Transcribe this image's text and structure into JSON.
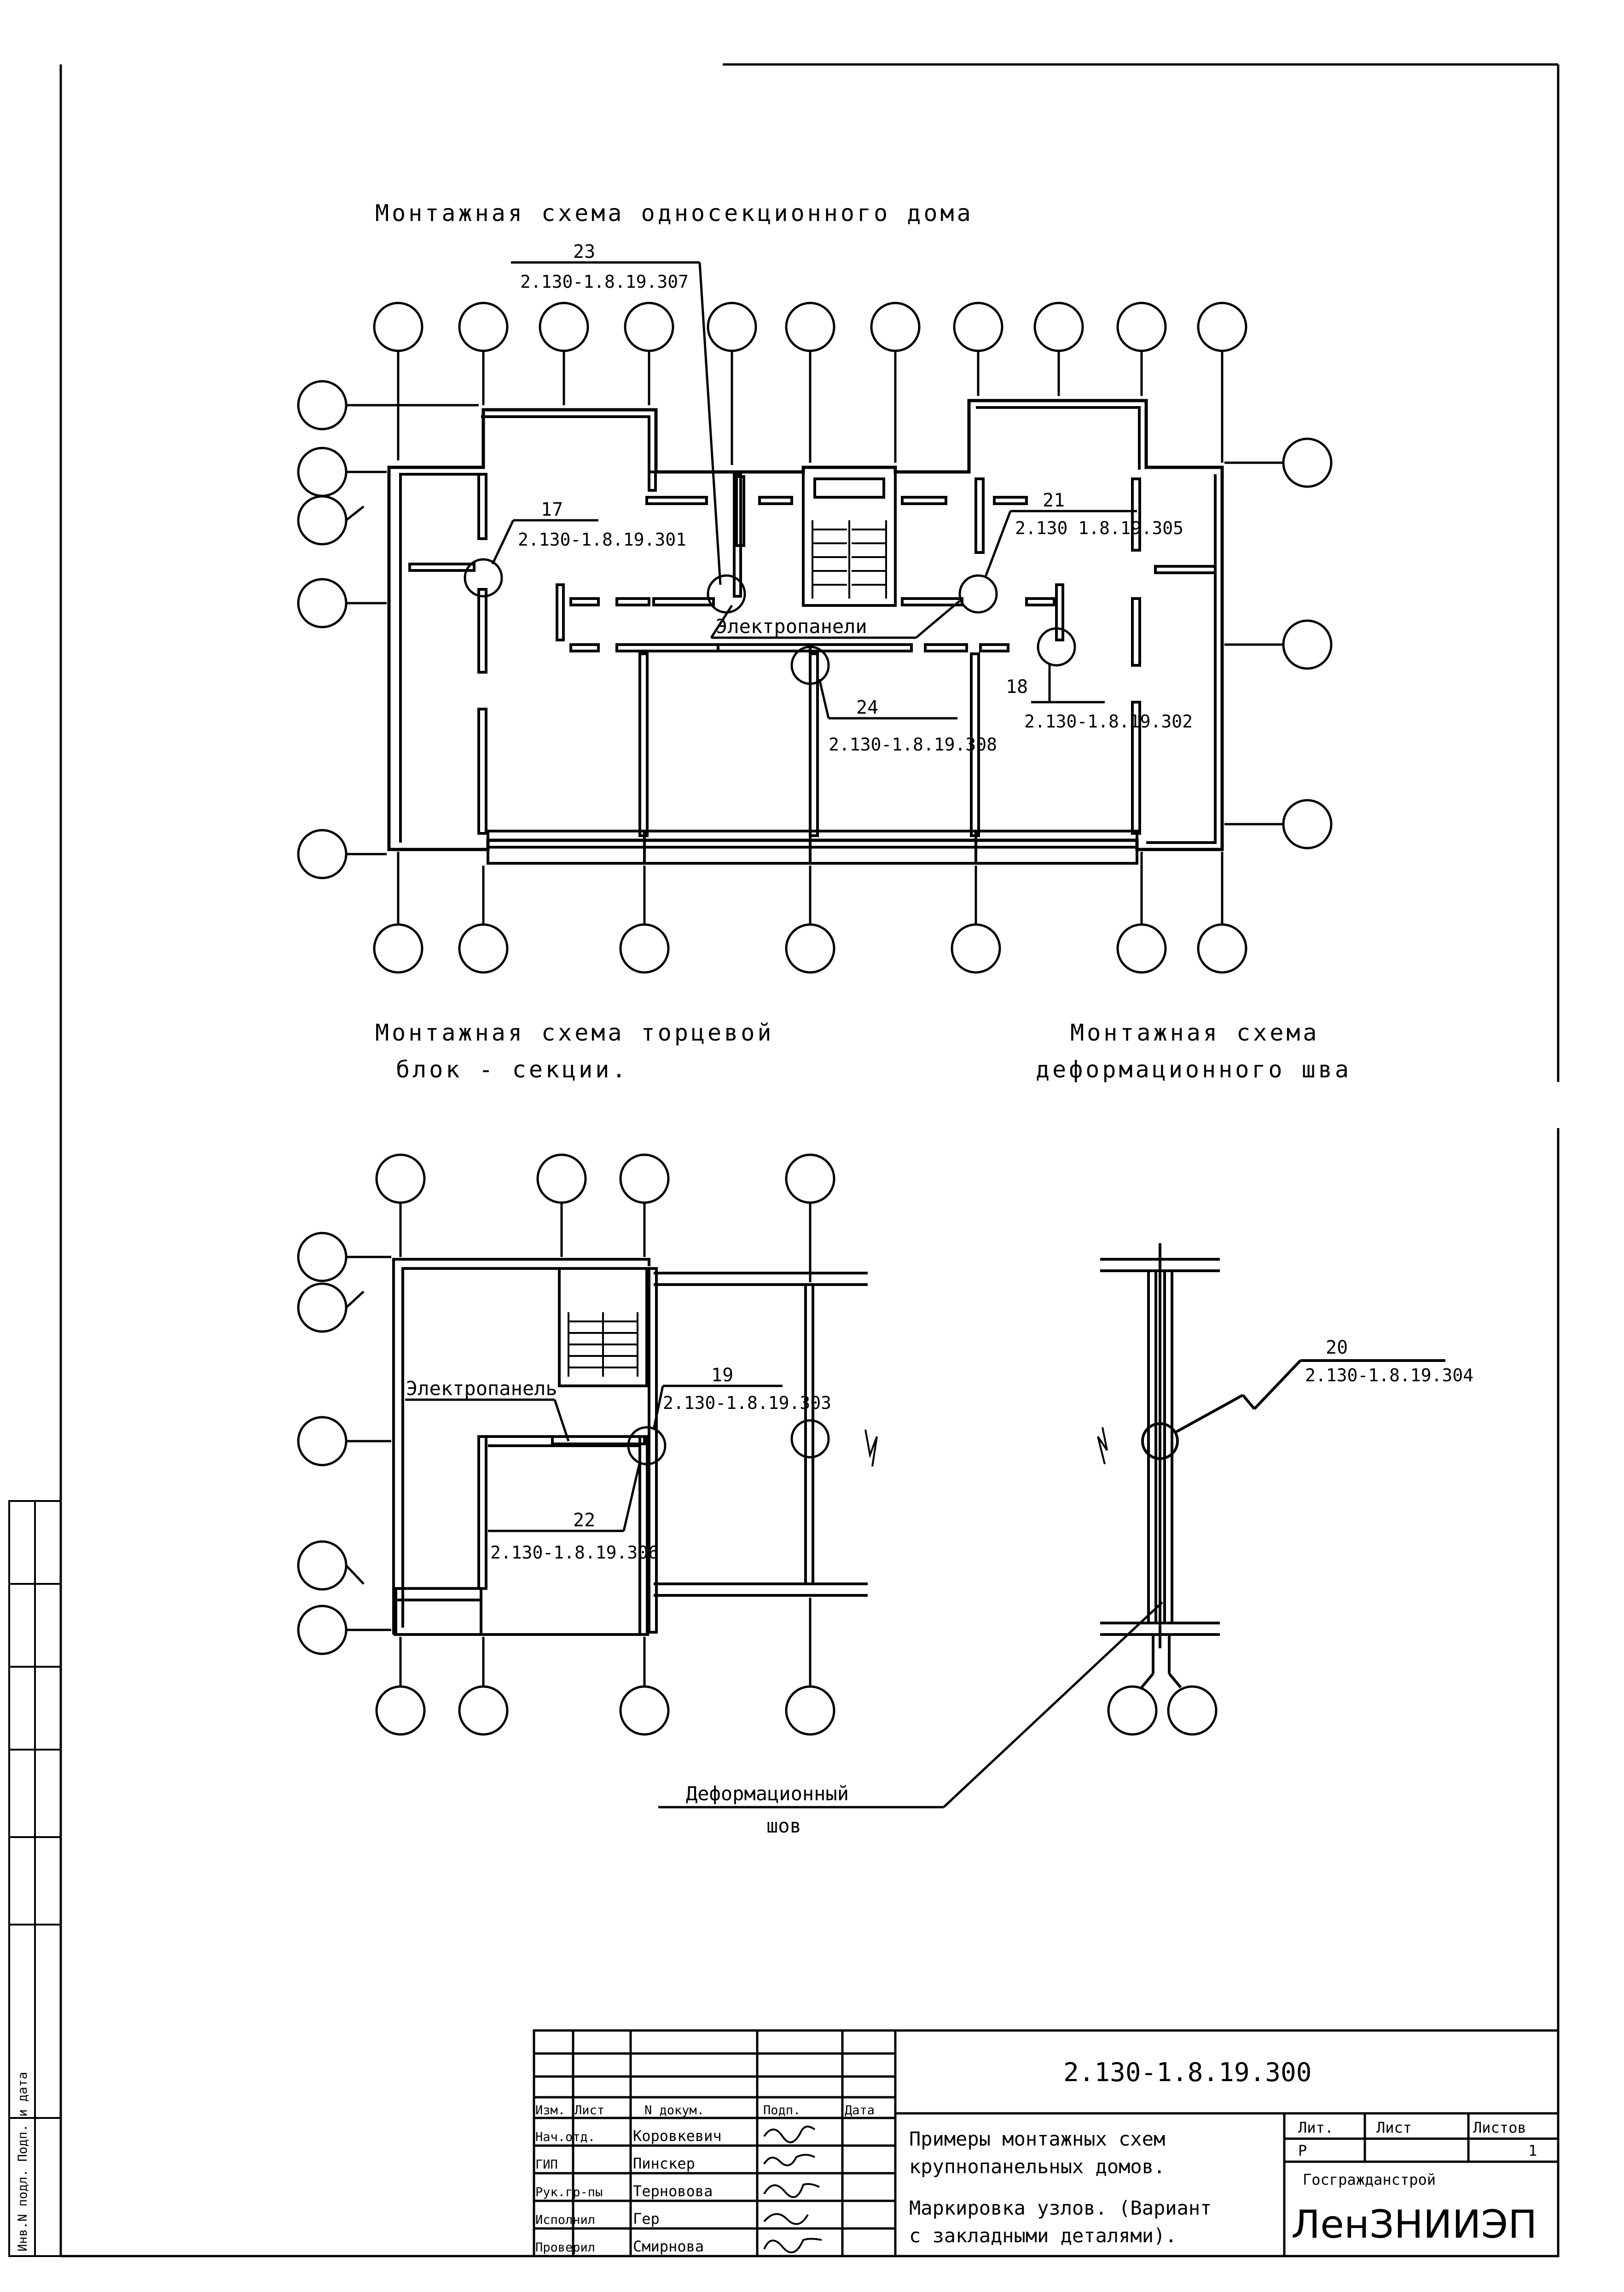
{
  "drawing": {
    "main_scheme_title": "Монтажная схема односекционного дома",
    "end_section_title_line1": "Монтажная схема торцевой",
    "end_section_title_line2": "блок - секции.",
    "joint_scheme_title_line1": "Монтажная схема",
    "joint_scheme_title_line2": "деформационного шва",
    "electro_panels_label": "Электропанели",
    "electro_panel_label": "Электропанель",
    "deformation_joint_line1": "Деформационный",
    "deformation_joint_line2": "шов"
  },
  "nodes": [
    {
      "num": "23",
      "code": "2.130-1.8.19.307"
    },
    {
      "num": "17",
      "code": "2.130-1.8.19.301"
    },
    {
      "num": "21",
      "code": "2.130 1.8.19.305"
    },
    {
      "num": "24",
      "code": "2.130-1.8.19.308"
    },
    {
      "num": "18",
      "code": "2.130-1.8.19.302"
    },
    {
      "num": "19",
      "code": "2.130-1.8.19.303"
    },
    {
      "num": "22",
      "code": "2.130-1.8.19.306"
    },
    {
      "num": "20",
      "code": "2.130-1.8.19.304"
    }
  ],
  "title_block": {
    "doc_code": "2.130-1.8.19.300",
    "headers": {
      "izm": "Изм.",
      "list": "Лист",
      "doc": "N докум.",
      "sign": "Подп.",
      "date": "Дата"
    },
    "roles": [
      {
        "role": "Нач.отд.",
        "name": "Коровкевич"
      },
      {
        "role": "ГИП",
        "name": "Пинскер"
      },
      {
        "role": "Рук.гр-пы",
        "name": "Терновова"
      },
      {
        "role": "Исполнил",
        "name": "Гер"
      },
      {
        "role": "Проверил",
        "name": "Смирнова"
      }
    ],
    "description_line1": "Примеры монтажных схем",
    "description_line2": "крупнопанельных домов.",
    "description_line3": "Маркировка узлов. (Вариант",
    "description_line4": "с закладными деталями).",
    "lit_label": "Лит.",
    "sheet_label": "Лист",
    "sheets_label": "Листов",
    "lit_value": "Р",
    "sheets_value": "1",
    "org_line1": "Госгражданстрой",
    "org_line2": "ЛенЗНИИЭП"
  },
  "side_stamp": {
    "text": "Инв.N подл. Подп. и дата"
  }
}
